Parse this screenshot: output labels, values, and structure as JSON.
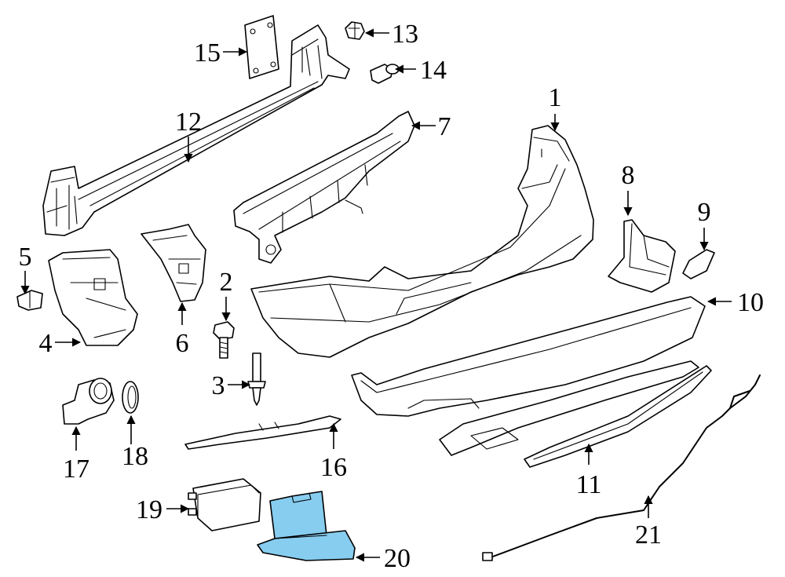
{
  "colors": {
    "line": "#000000",
    "background": "#ffffff",
    "highlight": "#87cdf0"
  },
  "highlighted_callout": "20",
  "callouts": [
    {
      "id": "1",
      "label": "1"
    },
    {
      "id": "2",
      "label": "2"
    },
    {
      "id": "3",
      "label": "3"
    },
    {
      "id": "4",
      "label": "4"
    },
    {
      "id": "5",
      "label": "5"
    },
    {
      "id": "6",
      "label": "6"
    },
    {
      "id": "7",
      "label": "7"
    },
    {
      "id": "8",
      "label": "8"
    },
    {
      "id": "9",
      "label": "9"
    },
    {
      "id": "10",
      "label": "10"
    },
    {
      "id": "11",
      "label": "11"
    },
    {
      "id": "12",
      "label": "12"
    },
    {
      "id": "13",
      "label": "13"
    },
    {
      "id": "14",
      "label": "14"
    },
    {
      "id": "15",
      "label": "15"
    },
    {
      "id": "16",
      "label": "16"
    },
    {
      "id": "17",
      "label": "17"
    },
    {
      "id": "18",
      "label": "18"
    },
    {
      "id": "19",
      "label": "19"
    },
    {
      "id": "20",
      "label": "20"
    },
    {
      "id": "21",
      "label": "21"
    }
  ]
}
